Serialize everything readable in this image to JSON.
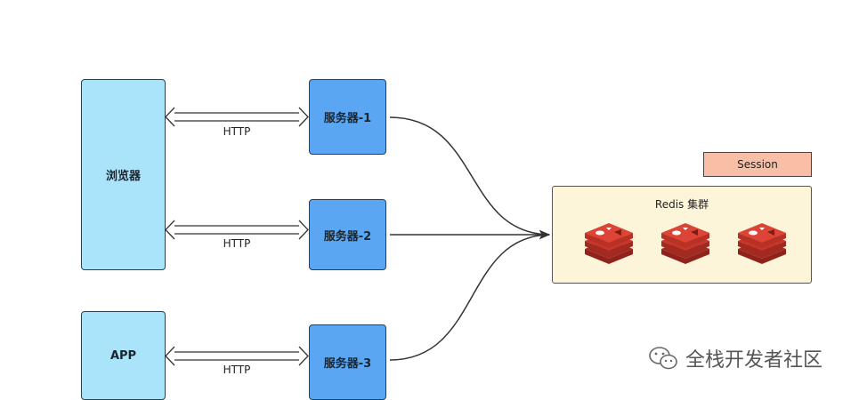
{
  "clients": {
    "browser": "浏览器",
    "app": "APP"
  },
  "servers": [
    "服务器-1",
    "服务器-2",
    "服务器-3"
  ],
  "protocol_labels": [
    "HTTP",
    "HTTP",
    "HTTP"
  ],
  "redis": {
    "title": "Redis 集群",
    "instances": 3,
    "icon": "redis-logo-icon",
    "color": "#d63a2c"
  },
  "session_label": "Session",
  "watermark": {
    "icon": "wechat-icon",
    "text": "全栈开发者社区"
  },
  "colors": {
    "client_fill": "#a9e4fb",
    "server_fill": "#5aa6f2",
    "redis_fill": "#fdf5da",
    "session_fill": "#f8bfa6"
  }
}
